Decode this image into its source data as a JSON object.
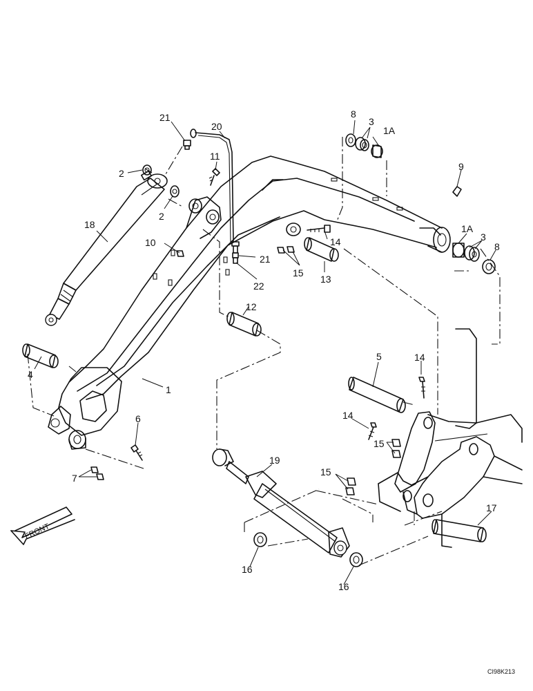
{
  "callouts": [
    {
      "id": "c21a",
      "text": "21"
    },
    {
      "id": "c20",
      "text": "20"
    },
    {
      "id": "c11",
      "text": "11"
    },
    {
      "id": "c2a",
      "text": "2"
    },
    {
      "id": "c2b",
      "text": "2"
    },
    {
      "id": "c18",
      "text": "18"
    },
    {
      "id": "c10",
      "text": "10"
    },
    {
      "id": "c21b",
      "text": "21"
    },
    {
      "id": "c22",
      "text": "22"
    },
    {
      "id": "c14a",
      "text": "14"
    },
    {
      "id": "c15a",
      "text": "15"
    },
    {
      "id": "c13",
      "text": "13"
    },
    {
      "id": "c12",
      "text": "12"
    },
    {
      "id": "c8a",
      "text": "8"
    },
    {
      "id": "c3a",
      "text": "3"
    },
    {
      "id": "c1Aa",
      "text": "1A"
    },
    {
      "id": "c9",
      "text": "9"
    },
    {
      "id": "c1Ab",
      "text": "1A"
    },
    {
      "id": "c3b",
      "text": "3"
    },
    {
      "id": "c8b",
      "text": "8"
    },
    {
      "id": "c4",
      "text": "4"
    },
    {
      "id": "c1",
      "text": "1"
    },
    {
      "id": "c5",
      "text": "5"
    },
    {
      "id": "c14b",
      "text": "14"
    },
    {
      "id": "c14c",
      "text": "14"
    },
    {
      "id": "c15b",
      "text": "15"
    },
    {
      "id": "c6",
      "text": "6"
    },
    {
      "id": "c7",
      "text": "7"
    },
    {
      "id": "c19",
      "text": "19"
    },
    {
      "id": "c15c",
      "text": "15"
    },
    {
      "id": "c17",
      "text": "17"
    },
    {
      "id": "c16a",
      "text": "16"
    },
    {
      "id": "c16b",
      "text": "16"
    }
  ],
  "front_label": "FRONT",
  "drawing_code": "CI98K213"
}
